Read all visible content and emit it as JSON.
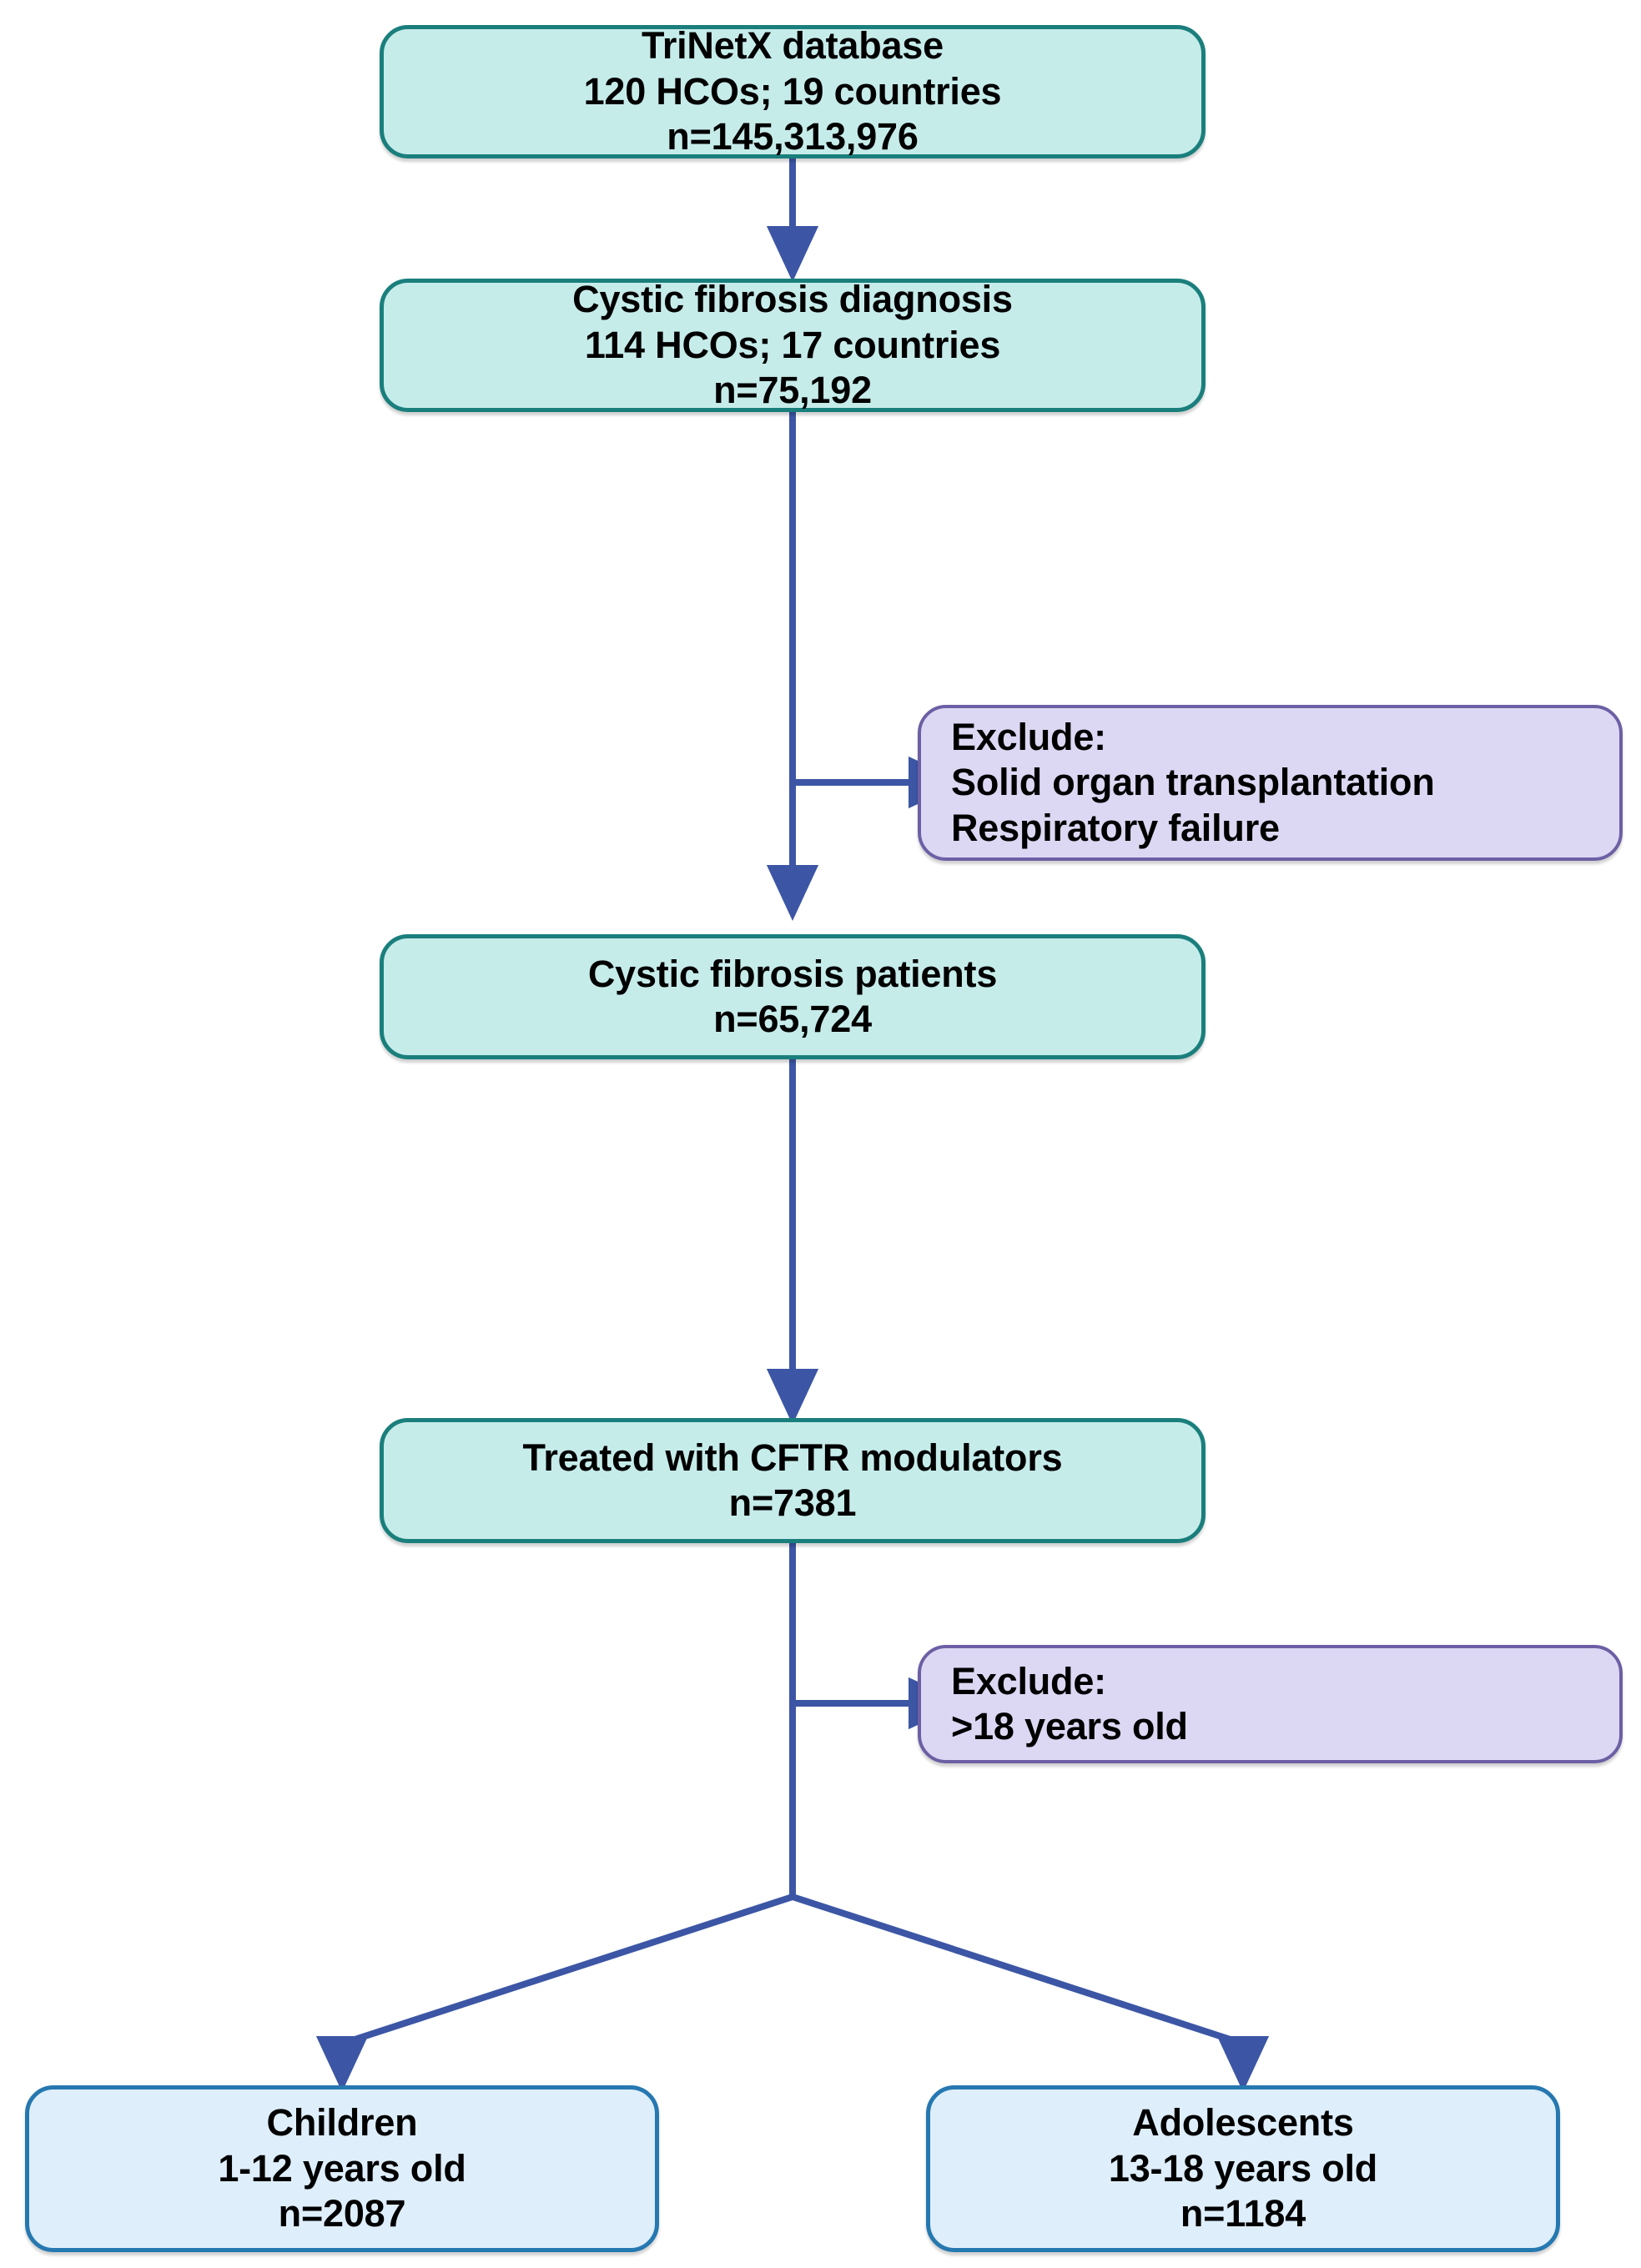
{
  "diagram": {
    "title": "Cystic fibrosis CFTR modulator cohort selection flow diagram",
    "colors": {
      "teal_fill": "#c6ecea",
      "teal_border": "#1a7f7c",
      "purple_fill": "#dcd8f3",
      "purple_border": "#6d5fa4",
      "blue_fill": "#deeefb",
      "blue_border": "#2678b0",
      "connector": "#3c56a5",
      "background": "#ffffff",
      "text": "#000000"
    },
    "nodes": {
      "database": {
        "kind": "teal",
        "lines": [
          "TriNetX database",
          "120 HCOs; 19 countries",
          "n=145,313,976"
        ],
        "count_label": "n=145,313,976",
        "count_value": 145313976,
        "hcos": 120,
        "countries": 19
      },
      "diagnosis": {
        "kind": "teal",
        "lines": [
          "Cystic fibrosis diagnosis",
          "114 HCOs; 17 countries",
          "n=75,192"
        ],
        "count_label": "n=75,192",
        "count_value": 75192,
        "hcos": 114,
        "countries": 17
      },
      "exclude_one": {
        "kind": "purple",
        "lines": [
          "Exclude:",
          "Solid organ transplantation",
          "Respiratory failure"
        ]
      },
      "patients": {
        "kind": "teal",
        "lines": [
          "Cystic fibrosis patients",
          "n=65,724"
        ],
        "count_label": "n=65,724",
        "count_value": 65724
      },
      "treated": {
        "kind": "teal",
        "lines": [
          "Treated with CFTR modulators",
          "n=7381"
        ],
        "count_label": "n=7381",
        "count_value": 7381
      },
      "exclude_two": {
        "kind": "purple",
        "lines": [
          "Exclude:",
          ">18 years old"
        ]
      },
      "children": {
        "kind": "blue",
        "lines": [
          "Children",
          "1-12 years old",
          "n=2087"
        ],
        "count_label": "n=2087",
        "count_value": 2087,
        "age_range": "1-12 years old"
      },
      "adolescents": {
        "kind": "blue",
        "lines": [
          "Adolescents",
          "13-18 years old",
          "n=1184"
        ],
        "count_label": "n=1184",
        "count_value": 1184,
        "age_range": "13-18 years old"
      }
    },
    "edges": [
      {
        "name": "database-to-diagnosis",
        "from": "database",
        "to": "diagnosis",
        "style": "vertical-arrow"
      },
      {
        "name": "diagnosis-to-exclude-one",
        "from": "diagnosis",
        "to": "exclude_one",
        "style": "side-branch-arrow"
      },
      {
        "name": "diagnosis-to-patients",
        "from": "diagnosis",
        "to": "patients",
        "style": "vertical-arrow"
      },
      {
        "name": "patients-to-treated",
        "from": "patients",
        "to": "treated",
        "style": "vertical-arrow"
      },
      {
        "name": "treated-to-exclude-two",
        "from": "treated",
        "to": "exclude_two",
        "style": "side-branch-arrow"
      },
      {
        "name": "treated-to-children",
        "from": "treated",
        "to": "children",
        "style": "split-arrow-left"
      },
      {
        "name": "treated-to-adolescents",
        "from": "treated",
        "to": "adolescents",
        "style": "split-arrow-right"
      }
    ]
  }
}
